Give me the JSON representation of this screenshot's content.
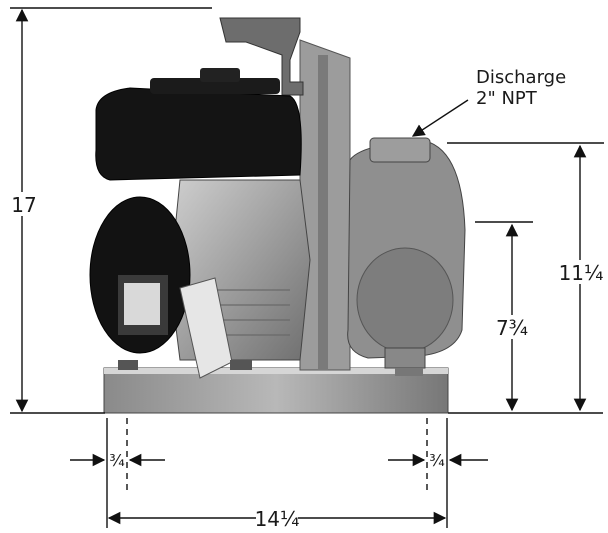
{
  "callout": {
    "line1": "Discharge",
    "line2": "2\" NPT"
  },
  "dimensions": {
    "overall_height": "17",
    "discharge_height": "11¼",
    "suction_height": "7¾",
    "left_offset": "¾",
    "right_offset": "¾",
    "overall_width": "14¼"
  }
}
